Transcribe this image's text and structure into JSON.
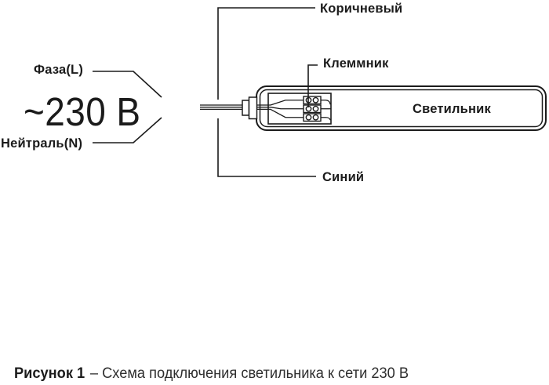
{
  "callouts": {
    "brown_wire": "Коричневый",
    "terminal_block": "Клеммник",
    "blue_wire": "Синий",
    "phase": "Фаза(L)",
    "neutral": "Нейтраль(N)",
    "voltage": "~230 В"
  },
  "luminaire": {
    "label": "Светильник"
  },
  "caption": {
    "figure": "Рисунок 1",
    "rest": "– Схема подключения светильника к сети 230 В"
  },
  "colors": {
    "line": "#1b1b1b",
    "text": "#1b1b1b",
    "background": "#ffffff"
  }
}
